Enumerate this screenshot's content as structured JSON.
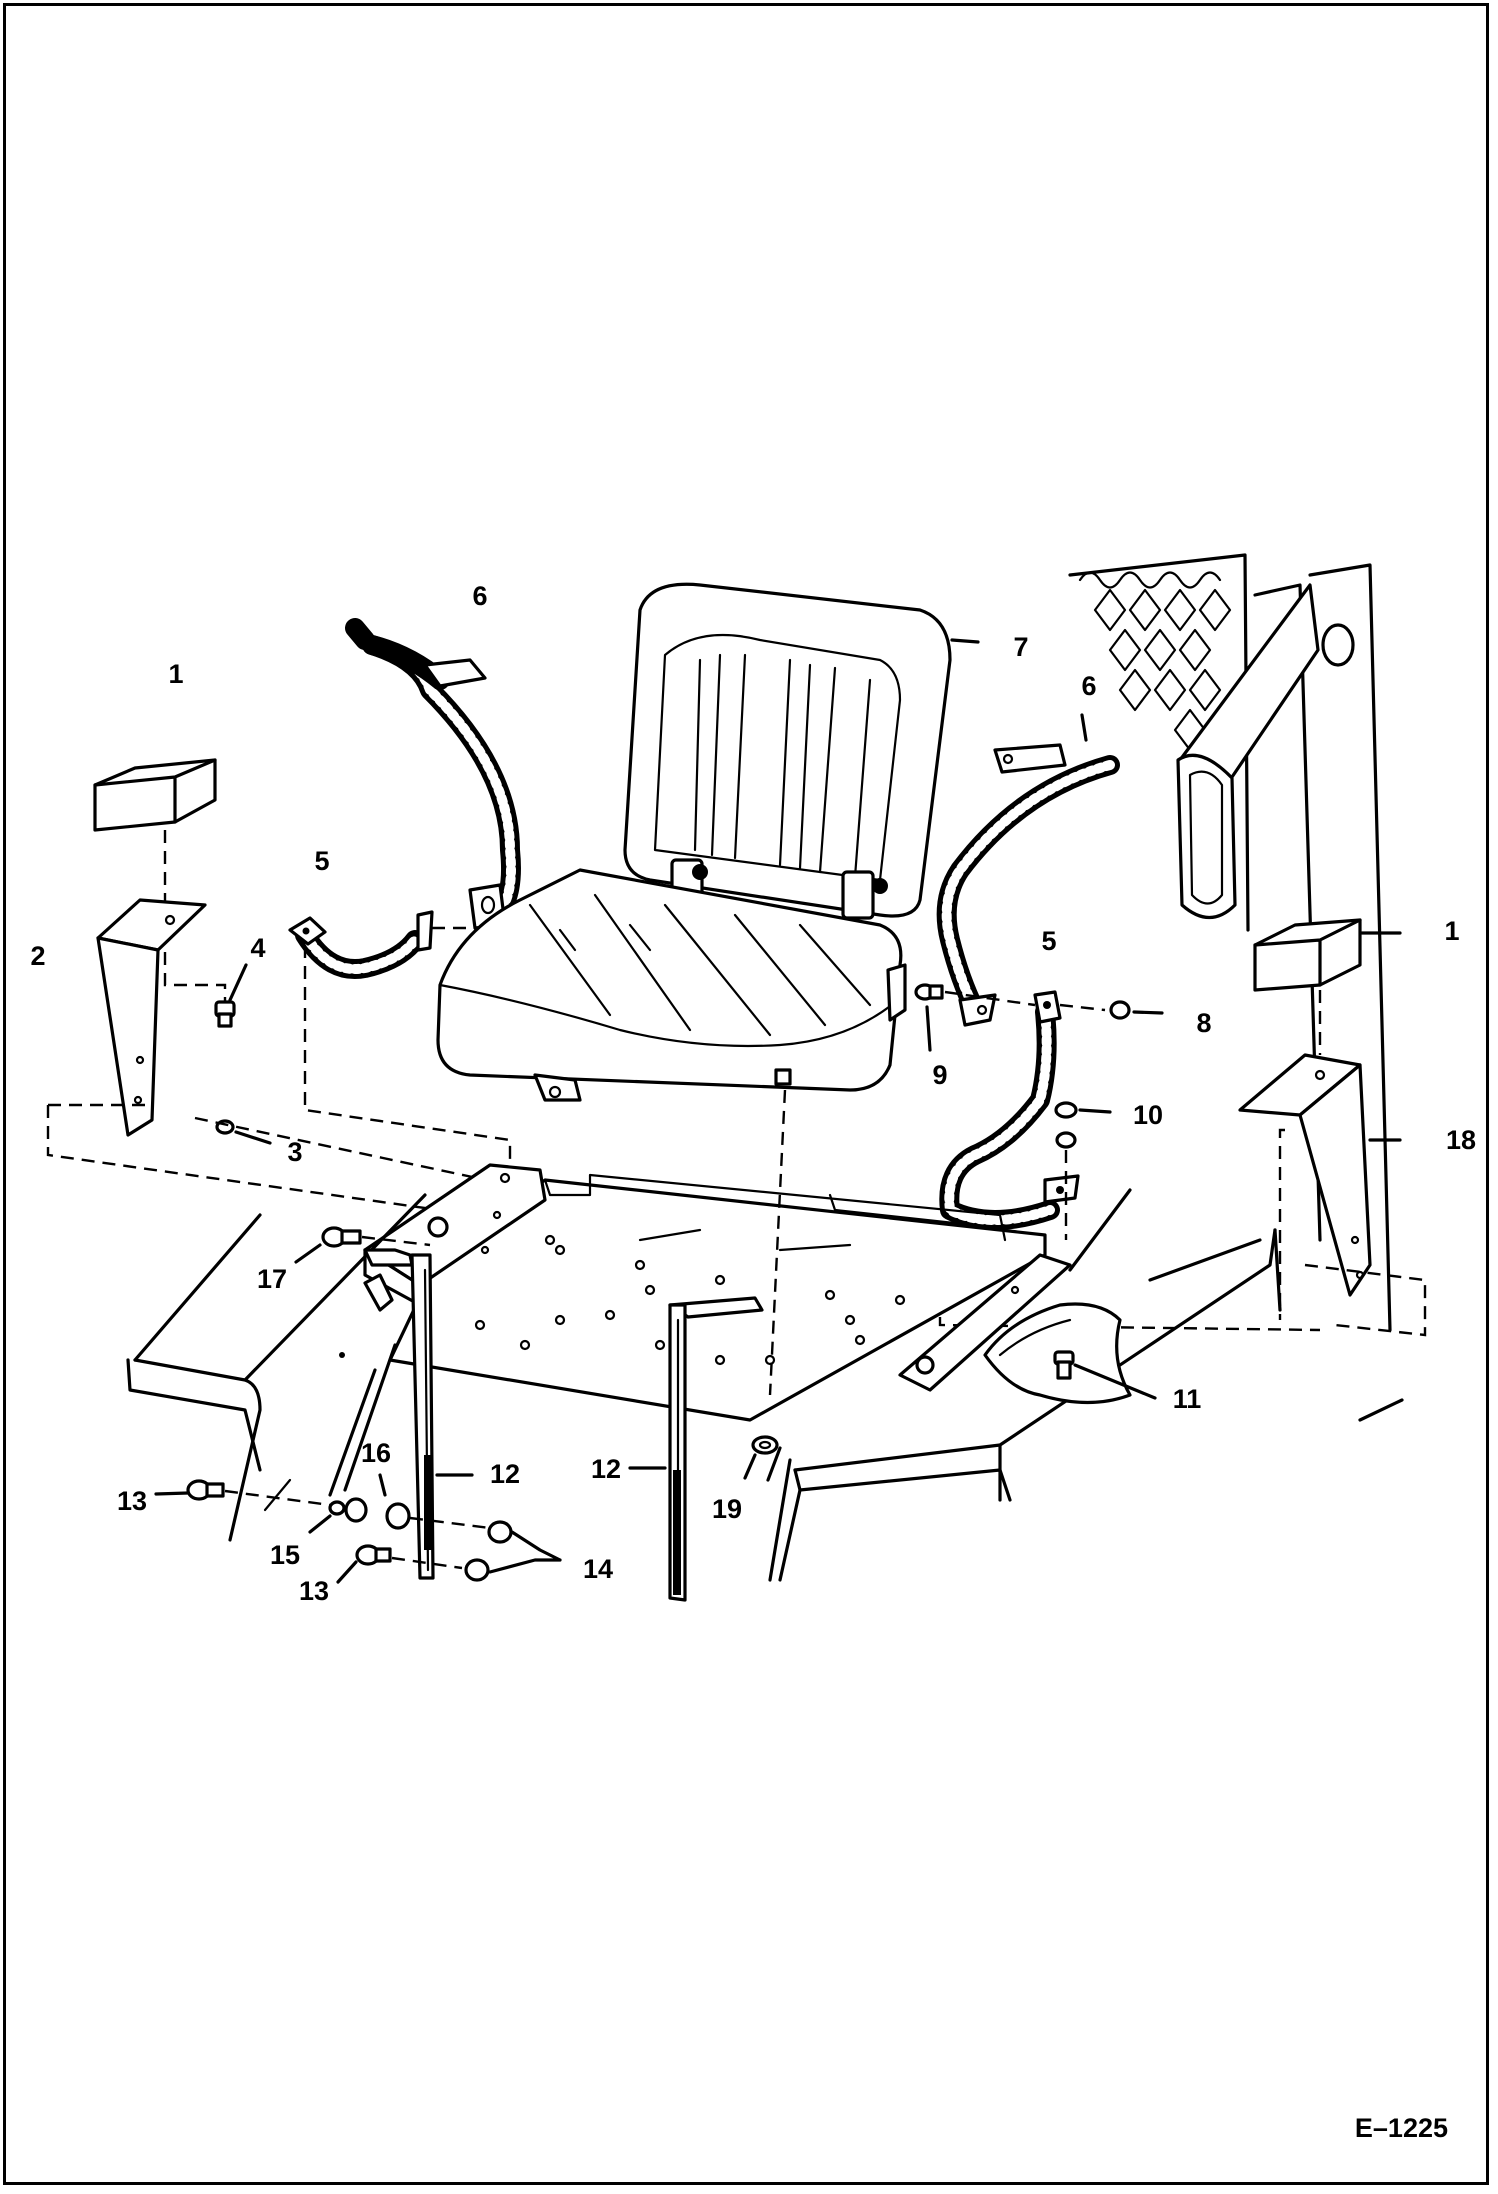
{
  "drawing_code": "E–1225",
  "callouts": [
    "1",
    "2",
    "3",
    "4",
    "5",
    "6",
    "7",
    "8",
    "9",
    "10",
    "11",
    "12",
    "13",
    "14",
    "15",
    "16",
    "17",
    "18",
    "19"
  ]
}
